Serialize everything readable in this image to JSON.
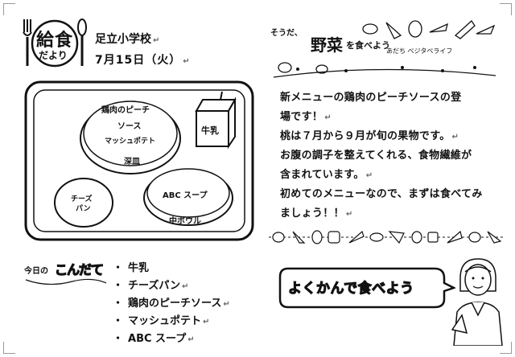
{
  "header": {
    "logo_top": "給食",
    "logo_bottom": "だより",
    "school": "足立小学校",
    "date": "7月15日（火）"
  },
  "tray": {
    "big_bowl_text": [
      "鶏肉のピーチ",
      "ソース",
      "マッシュポテト"
    ],
    "big_bowl_label": "深皿",
    "milk_label": "牛乳",
    "bread_text": [
      "チーズ",
      "パン"
    ],
    "soup_text": "ABC スープ",
    "soup_label": "中ボウル"
  },
  "menu": {
    "title_left": "今日の",
    "title_main": "こんだて",
    "items": [
      "牛乳",
      "チーズパン",
      "鶏肉のピーチソース",
      "マッシュポテト",
      "ABC スープ"
    ]
  },
  "banner": {
    "prefix": "そうだ、",
    "main": "野菜",
    "suffix": "を食べよう",
    "sub": "あだち ベジタベライフ"
  },
  "article": {
    "lines": [
      "新メニューの鶏肉のピーチソースの登",
      "場です！",
      "桃は７月から９月が旬の果物です。",
      "お腹の調子を整えてくれる、食物繊維が",
      "含まれています。",
      "初めてのメニューなので、まずは食べてみ",
      "ましょう！！"
    ]
  },
  "slogan": {
    "text": "よくかんで食べよう"
  },
  "colors": {
    "ink": "#111111",
    "tray_fill": "#ffffff",
    "guide": "#999999"
  }
}
